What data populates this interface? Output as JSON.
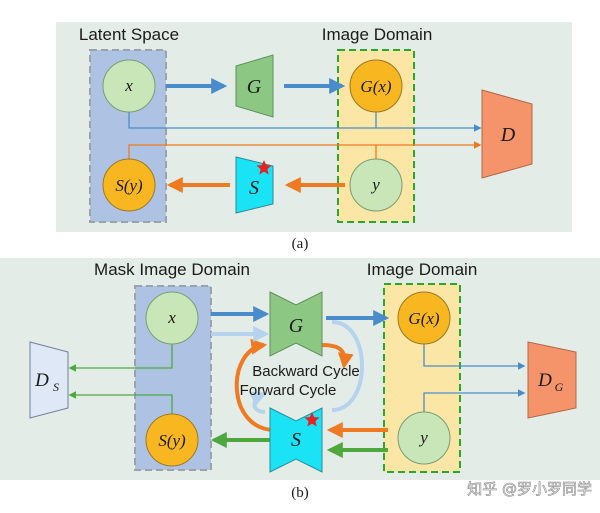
{
  "panel_a": {
    "latent_title": "Latent Space",
    "image_title": "Image Domain",
    "node_x": "x",
    "node_sy": "S(y)",
    "node_gx": "G(x)",
    "node_y": "y",
    "gen_g": "G",
    "gen_s": "S",
    "disc_d": "D",
    "caption": "(a)"
  },
  "panel_b": {
    "mask_title": "Mask Image Domain",
    "image_title": "Image Domain",
    "node_x": "x",
    "node_sy": "S(y)",
    "node_gx": "G(x)",
    "node_y": "y",
    "gen_g": "G",
    "gen_s": "S",
    "disc_ds": "D",
    "disc_ds_sub": "S",
    "disc_dg": "D",
    "disc_dg_sub": "G",
    "backward_cycle": "Backward Cycle",
    "forward_cycle": "Forward Cycle",
    "caption": "(b)"
  },
  "watermark": "知乎 @罗小罗同学",
  "colors": {
    "panel_bg": "#e4ece8",
    "latent_box": "#aec3e3",
    "image_box": "#fbe6a6",
    "green_node": "#c8e6b8",
    "orange_node": "#f8b620",
    "generator_g": "#8cc784",
    "generator_s": "#19e3f5",
    "disc_d": "#f5946a",
    "disc_ds": "#dfe8f6",
    "blue_arrow": "#4a8ccb",
    "light_blue_arrow": "#b5d2ee",
    "orange_arrow": "#f07a22",
    "green_arrow": "#4ea83e",
    "star": "#e82020"
  }
}
